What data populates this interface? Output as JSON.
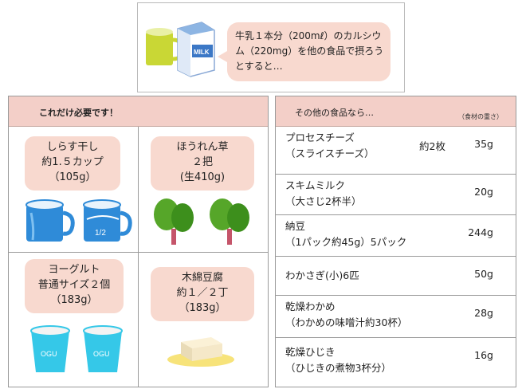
{
  "header": {
    "bubble_text": "牛乳１本分（200mℓ）のカルシウム（220mg）を他の食品で摂ろうとすると…",
    "milk_carton_label": "MILK"
  },
  "left_panel": {
    "title": "これだけ必要です！",
    "items": [
      {
        "lines": [
          "しらす干し",
          "約1.５カップ",
          "（105g）"
        ],
        "cup_label": "1/2"
      },
      {
        "lines": [
          "ほうれん草",
          "２把",
          "(生410g)"
        ]
      },
      {
        "lines": [
          "ヨーグルト",
          "普通サイズ２個",
          "（183g）"
        ]
      },
      {
        "lines": [
          "木綿豆腐",
          "約１／２丁",
          "（183g）"
        ]
      }
    ]
  },
  "right_panel": {
    "title": "その他の食品なら…",
    "note": "（食材の重さ）",
    "rows": [
      {
        "name": "プロセスチーズ\n（スライスチーズ）",
        "count": "約2枚",
        "weight": "35g"
      },
      {
        "name": "スキムミルク\n（大さじ2杯半）",
        "count": "",
        "weight": "20g"
      },
      {
        "name": "納豆\n（1パック約45g）5パック",
        "count": "",
        "weight": "244g"
      },
      {
        "name": "わかさぎ(小)6匹",
        "count": "",
        "weight": "50g"
      },
      {
        "name": "乾燥わかめ\n（わかめの味噌汁約30杯）",
        "count": "",
        "weight": "28g"
      },
      {
        "name": "乾燥ひじき\n（ひじきの煮物3杯分）",
        "count": "",
        "weight": "16g"
      }
    ]
  }
}
